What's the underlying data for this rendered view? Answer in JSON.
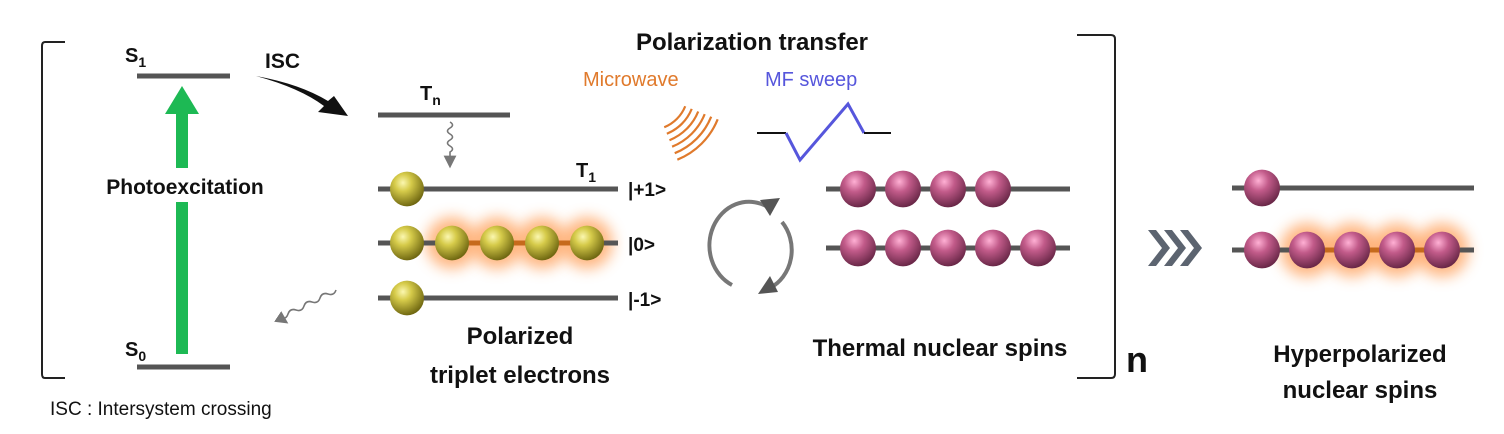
{
  "left_panel": {
    "s1_label": "S",
    "s1_sub": "1",
    "s0_label": "S",
    "s0_sub": "0",
    "photoexcitation": "Photoexcitation",
    "isc": "ISC",
    "footnote": "ISC : Intersystem crossing"
  },
  "triplet": {
    "tn_label": "T",
    "tn_sub": "n",
    "t1_label": "T",
    "t1_sub": "1",
    "states": [
      "|+1>",
      "|0>",
      "|-1>"
    ],
    "electron_counts": [
      1,
      5,
      1
    ],
    "caption_line1": "Polarized",
    "caption_line2": "triplet electrons"
  },
  "transfer": {
    "title": "Polarization transfer",
    "microwave": "Microwave",
    "mf_sweep": "MF sweep",
    "repeat": "n"
  },
  "thermal": {
    "spin_counts": [
      4,
      5
    ],
    "caption": "Thermal nuclear spins"
  },
  "hyper": {
    "spin_counts": [
      1,
      5
    ],
    "caption_line1": "Hyperpolarized",
    "caption_line2": "nuclear spins"
  },
  "colors": {
    "green_arrow": "#1db954",
    "microwave": "#e07a2c",
    "mf_sweep": "#5656dc",
    "electron": "#c8bd3a",
    "nucleus": "#c05a88",
    "glow": "#ff9a50"
  }
}
